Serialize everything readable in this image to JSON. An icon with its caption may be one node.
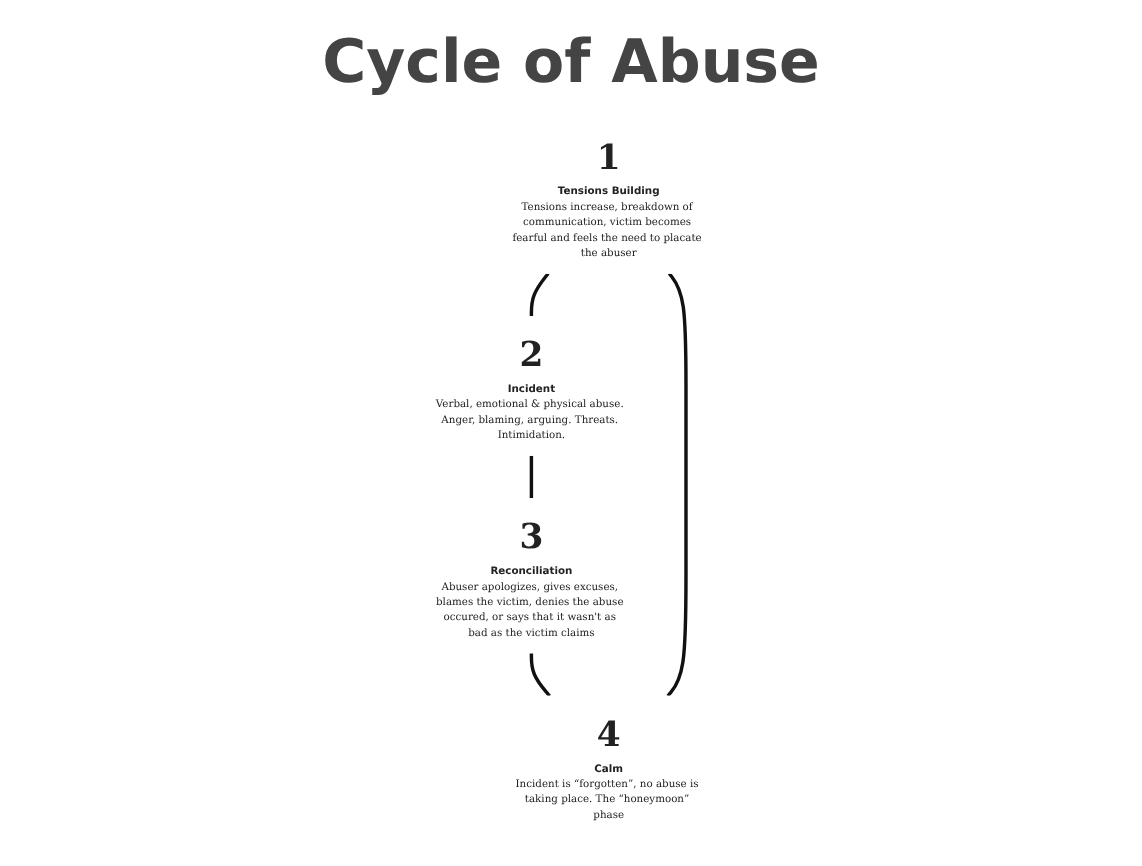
{
  "diagram": {
    "title": "Cycle of Abuse",
    "nodes": [
      {
        "text": [
          "1",
          "Tensions Building",
          "Tensions increase, breakdown of communication, victim becomes fearful and feels the need to placate the abuser"
        ]
      },
      {
        "text": [
          "2",
          "Incident",
          "Verbal, emotional & physical abuse. Anger, blaming, arguing. Threats. Intimidation."
        ]
      },
      {
        "text": [
          "3",
          "Reconciliation",
          "Abuser apologizes, gives excuses, blames the victim, denies the abuse occured, or says that it wasn't as bad as the victim claims"
        ]
      },
      {
        "text": [
          "4",
          "Calm",
          "Incident is “forgotten”, no abuse is taking place. The “honeymoon” phase"
        ]
      }
    ],
    "edges": [
      {
        "from": 0,
        "to": 1,
        "arrow": "none"
      },
      {
        "from": 1,
        "to": 2,
        "arrow": "none"
      },
      {
        "from": 2,
        "to": 3,
        "arrow": "none"
      },
      {
        "from": 3,
        "to": 0,
        "arrow": "none"
      }
    ]
  }
}
